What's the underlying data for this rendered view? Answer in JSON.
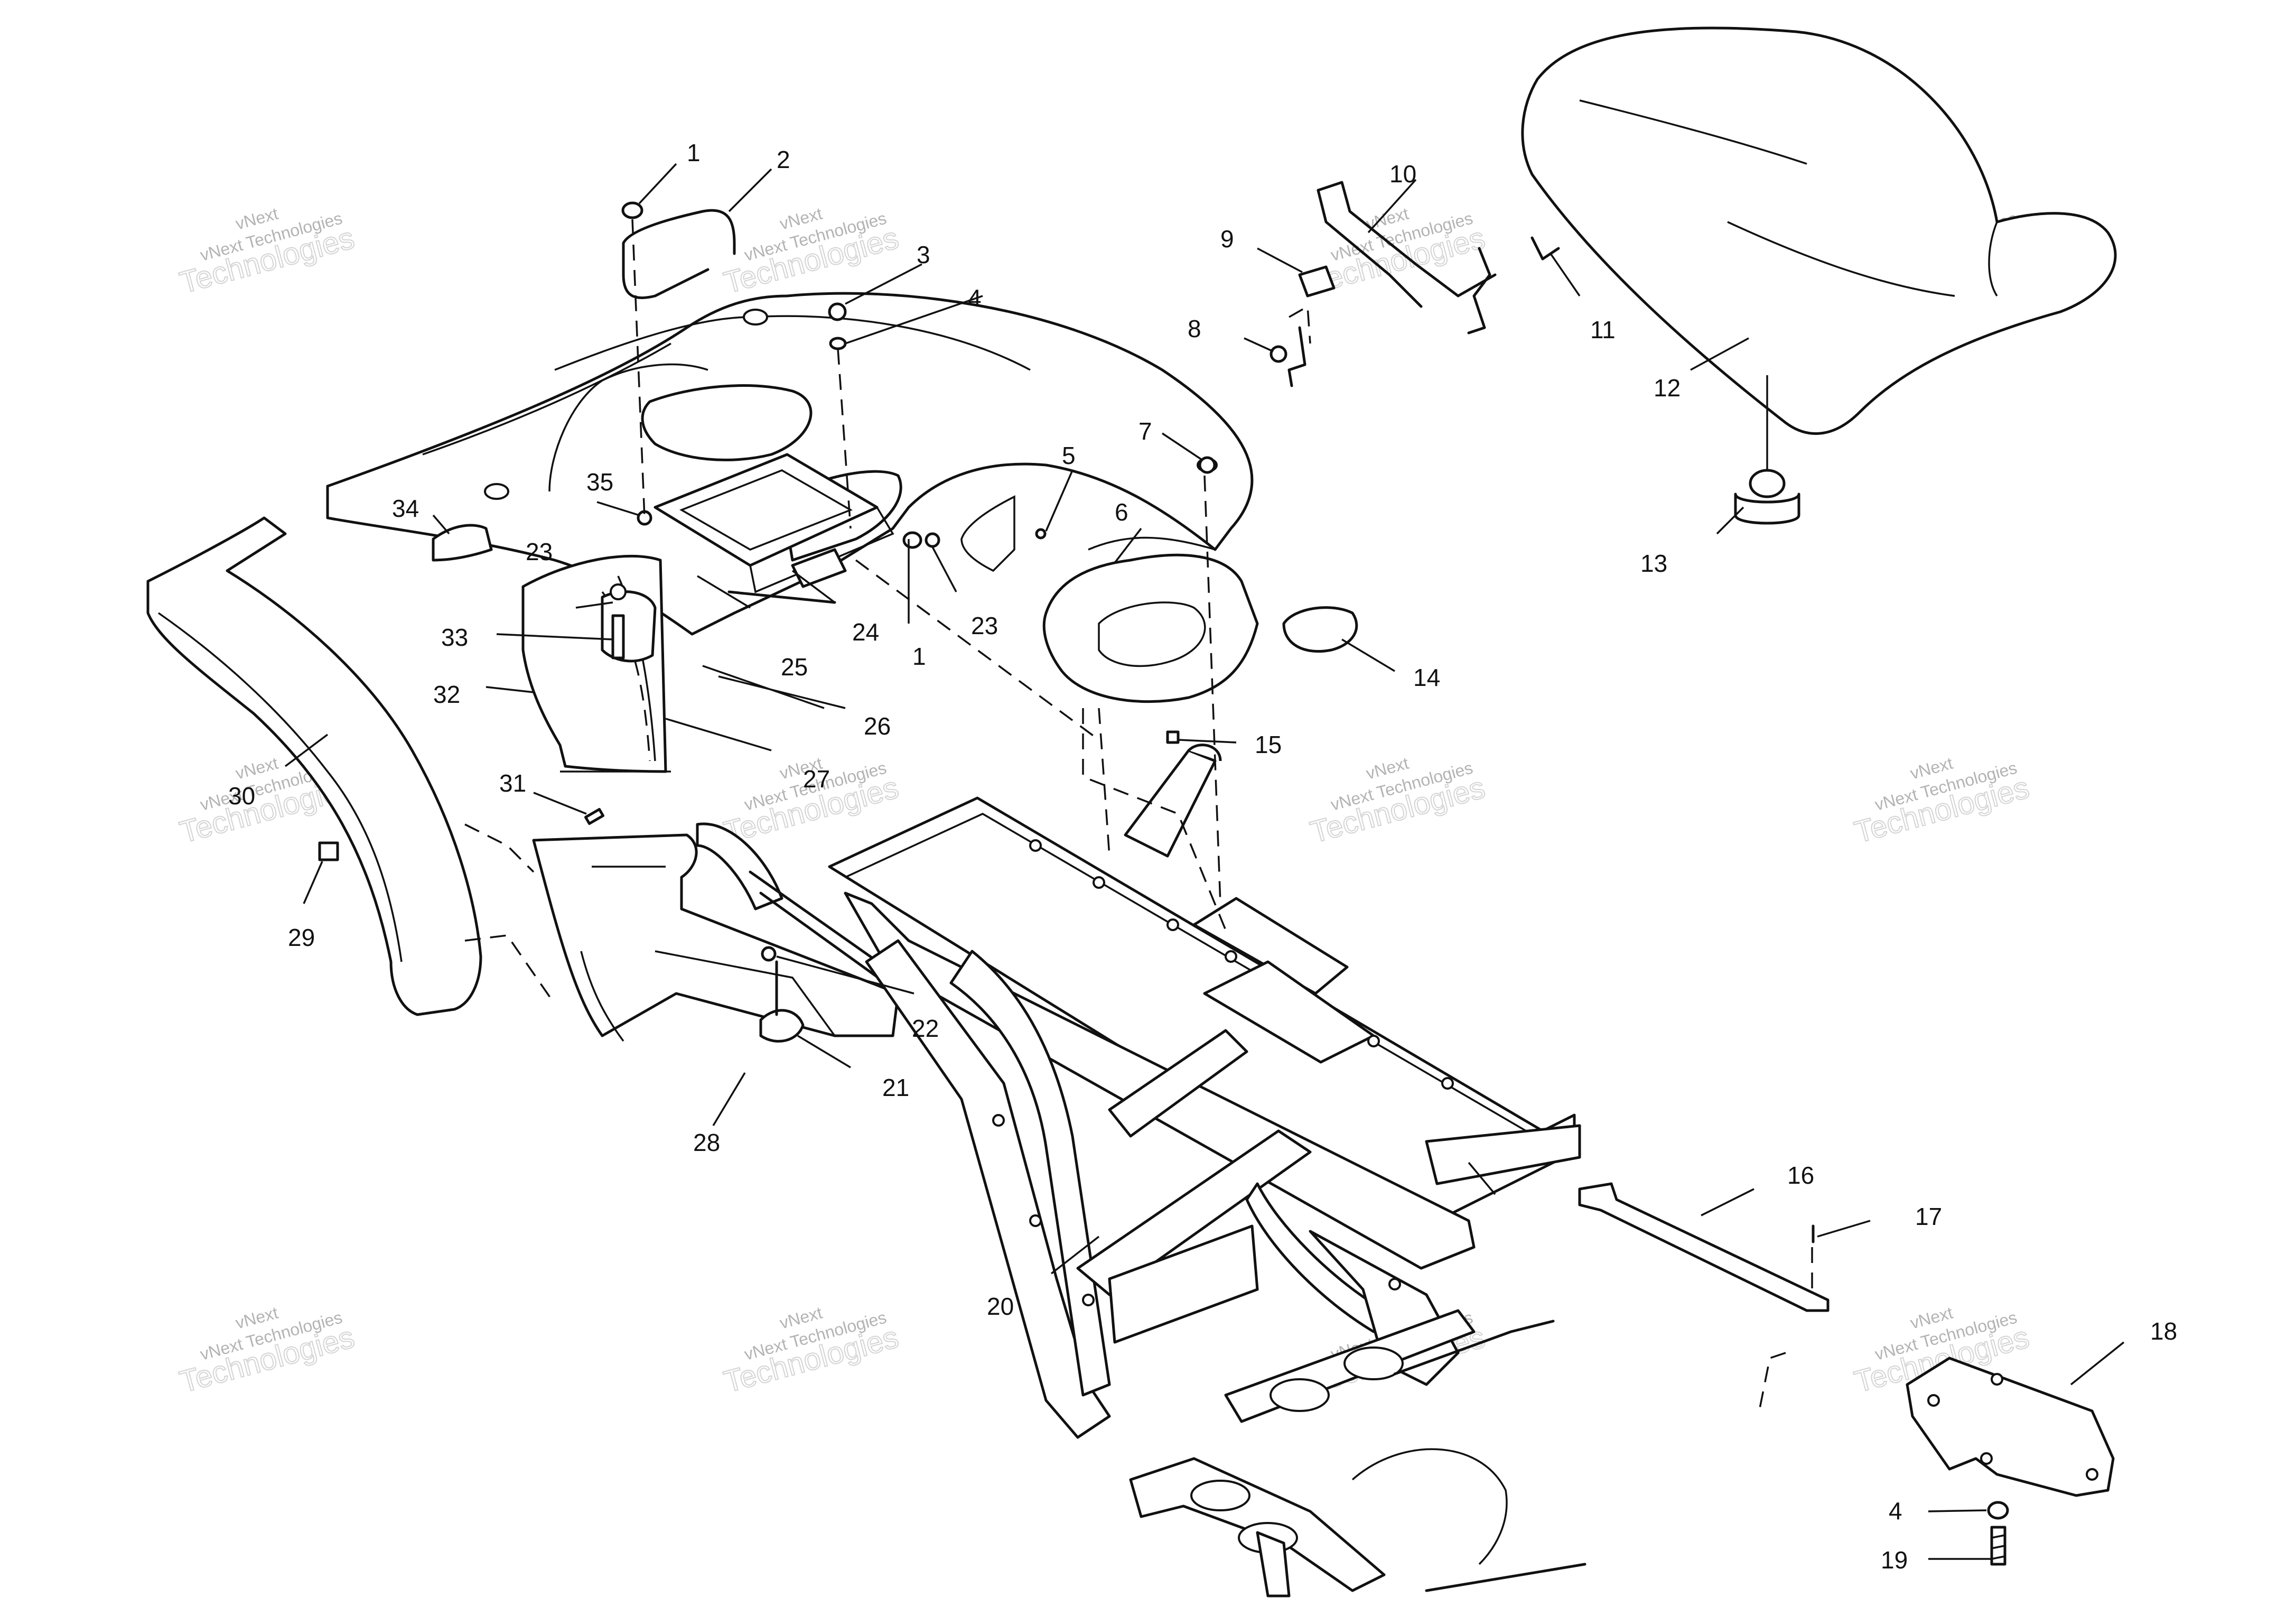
{
  "labels": [
    "1",
    "2",
    "3",
    "4",
    "5",
    "6",
    "7",
    "8",
    "9",
    "10",
    "11",
    "12",
    "13",
    "14",
    "15",
    "16",
    "17",
    "18",
    "19",
    "20",
    "21",
    "22",
    "23",
    "24",
    "25",
    "26",
    "27",
    "28",
    "29",
    "30",
    "31",
    "32",
    "33",
    "34",
    "35"
  ],
  "extra_labels": {
    "label_1_second": "1",
    "label_4_second": "4",
    "label_23_second": "23"
  },
  "watermark": {
    "small_a": "vNext",
    "small_b": "vNext Technologies",
    "large": "Technologies"
  }
}
